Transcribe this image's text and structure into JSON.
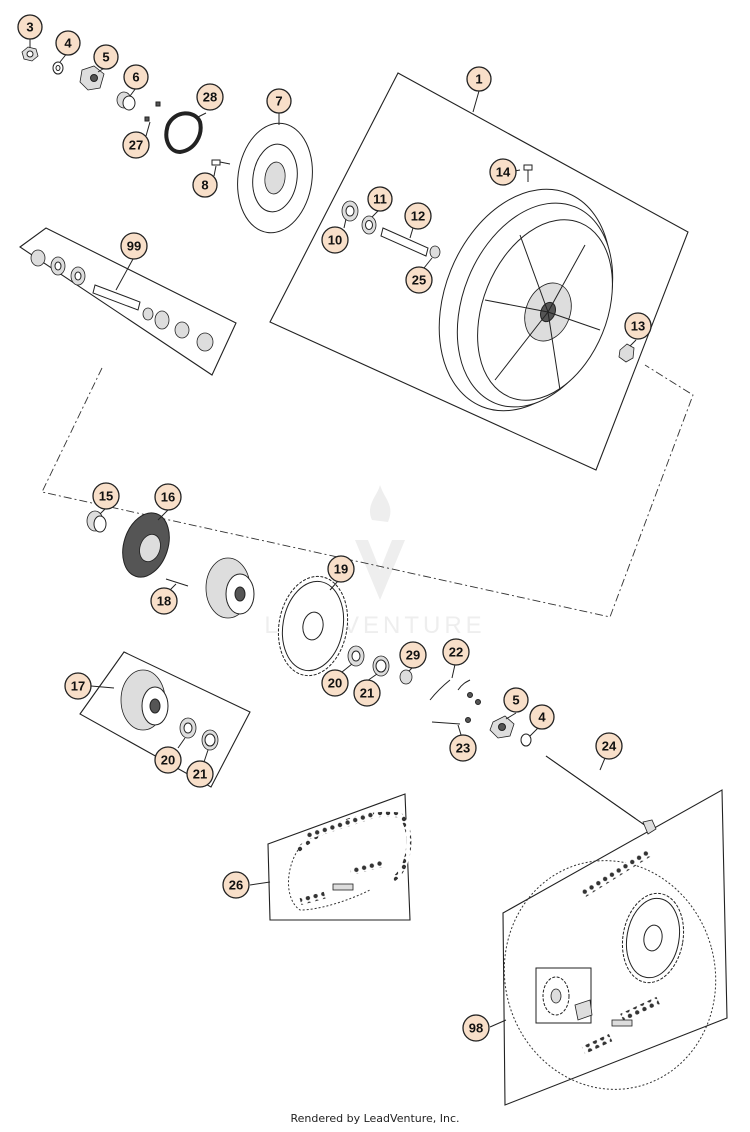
{
  "watermark": {
    "text": "LEADVENTURE"
  },
  "footer": {
    "credit": "Rendered by LeadVenture, Inc."
  },
  "callouts": {
    "c1": "1",
    "c3": "3",
    "c4a": "4",
    "c5a": "5",
    "c6": "6",
    "c7": "7",
    "c8": "8",
    "c10": "10",
    "c11": "11",
    "c12": "12",
    "c13": "13",
    "c14": "14",
    "c15": "15",
    "c16": "16",
    "c17": "17",
    "c18": "18",
    "c19": "19",
    "c20a": "20",
    "c21a": "21",
    "c20b": "20",
    "c21b": "21",
    "c22": "22",
    "c23": "23",
    "c24": "24",
    "c25": "25",
    "c26": "26",
    "c27": "27",
    "c28": "28",
    "c29": "29",
    "c4b": "4",
    "c5b": "5",
    "c98": "98",
    "c99": "99"
  }
}
